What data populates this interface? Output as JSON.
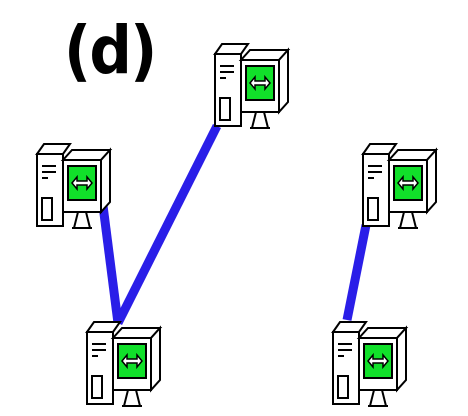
{
  "panel_label": "(d)",
  "colors": {
    "link": "#2a1ee8",
    "screen": "#11e02a",
    "outline": "#000000",
    "background": "#ffffff"
  },
  "icon": "computer-tower-monitor-icon",
  "nodes": [
    {
      "id": "computer-top-center"
    },
    {
      "id": "computer-mid-left"
    },
    {
      "id": "computer-bottom-left"
    },
    {
      "id": "computer-mid-right"
    },
    {
      "id": "computer-bottom-right"
    }
  ],
  "links": [
    {
      "from": "computer-bottom-left",
      "to": "computer-top-center"
    },
    {
      "from": "computer-bottom-left",
      "to": "computer-mid-left"
    },
    {
      "from": "computer-bottom-right",
      "to": "computer-mid-right"
    }
  ]
}
